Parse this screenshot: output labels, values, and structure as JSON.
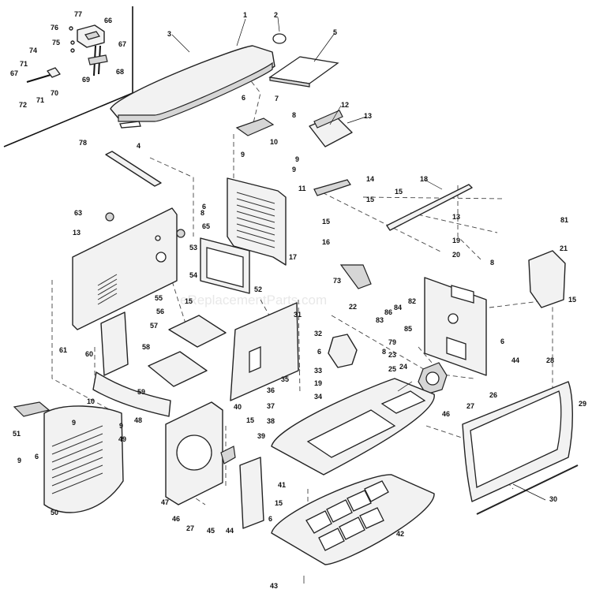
{
  "watermark": "eReplacementParts.com",
  "callouts": [
    "1",
    "2",
    "3",
    "4",
    "5",
    "6",
    "6",
    "6",
    "6",
    "6",
    "6",
    "7",
    "8",
    "8",
    "8",
    "8",
    "9",
    "9",
    "9",
    "9",
    "9",
    "9",
    "10",
    "10",
    "11",
    "12",
    "13",
    "13",
    "13",
    "14",
    "15",
    "15",
    "15",
    "15",
    "15",
    "15",
    "15",
    "16",
    "17",
    "18",
    "19",
    "19",
    "20",
    "21",
    "22",
    "23",
    "24",
    "25",
    "26",
    "27",
    "27",
    "28",
    "29",
    "30",
    "31",
    "32",
    "33",
    "34",
    "35",
    "36",
    "37",
    "38",
    "39",
    "40",
    "41",
    "42",
    "43",
    "44",
    "44",
    "45",
    "46",
    "46",
    "47",
    "48",
    "49",
    "50",
    "51",
    "52",
    "53",
    "54",
    "55",
    "56",
    "57",
    "58",
    "59",
    "60",
    "61",
    "63",
    "65",
    "66",
    "67",
    "67",
    "68",
    "69",
    "70",
    "71",
    "71",
    "72",
    "73",
    "74",
    "75",
    "76",
    "77",
    "78",
    "79",
    "81",
    "82",
    "83",
    "84",
    "85",
    "86"
  ]
}
